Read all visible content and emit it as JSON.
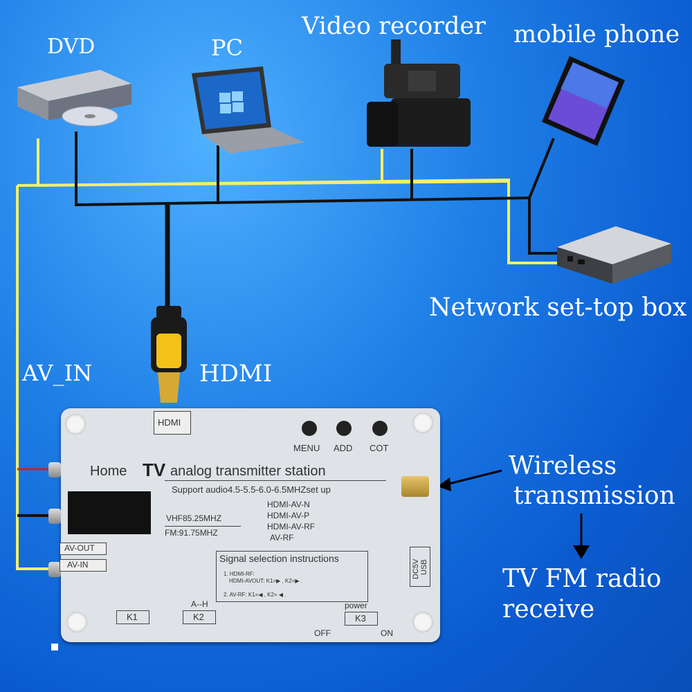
{
  "labels": {
    "dvd": "DVD",
    "pc": "PC",
    "video_recorder": "Video recorder",
    "mobile_phone": "mobile phone",
    "set_top_box": "Network set-top box",
    "hdmi": "HDMI",
    "av_in": "AV_IN",
    "wireless_line1": "Wireless",
    "wireless_line2": "transmission",
    "receive_line1": "TV  FM radio",
    "receive_line2": "receive"
  },
  "transmitter": {
    "hdmi_port": "HDMI",
    "buttons": [
      "MENU",
      "ADD",
      "COT"
    ],
    "title_home": "Home",
    "title_tv": "TV",
    "title_rest": "analog  transmitter  station",
    "support": "Support audio4.5-5.5-6.0-6.5MHZset up",
    "vhf": "VHF85.25MHZ",
    "fm": "FM:91.75MHZ",
    "modes": [
      "HDMI-AV-N",
      "HDMI-AV-P",
      "HDMI-AV-RF",
      "AV-RF"
    ],
    "signal_title": "Signal  selection  instructions",
    "signal_line1": "1. HDMI-RF:",
    "signal_line2": "HDMI-AVOUT: K1=▶ , K2=▶ .",
    "signal_line3": "2. AV-RF: K1=◀ , K2= ◀ .",
    "av_out": "AV-OUT",
    "av_in": "AV-IN",
    "k1": "K1",
    "k2": "K2",
    "k3": "K3",
    "a_h": "A--H",
    "power": "power",
    "off": "OFF",
    "on": "ON",
    "dc5v": "DC5V",
    "usb": "USB"
  },
  "colors": {
    "yellow_wire": "#f2ef6a",
    "black_wire": "#111111",
    "red_wire": "#d21f1f"
  }
}
